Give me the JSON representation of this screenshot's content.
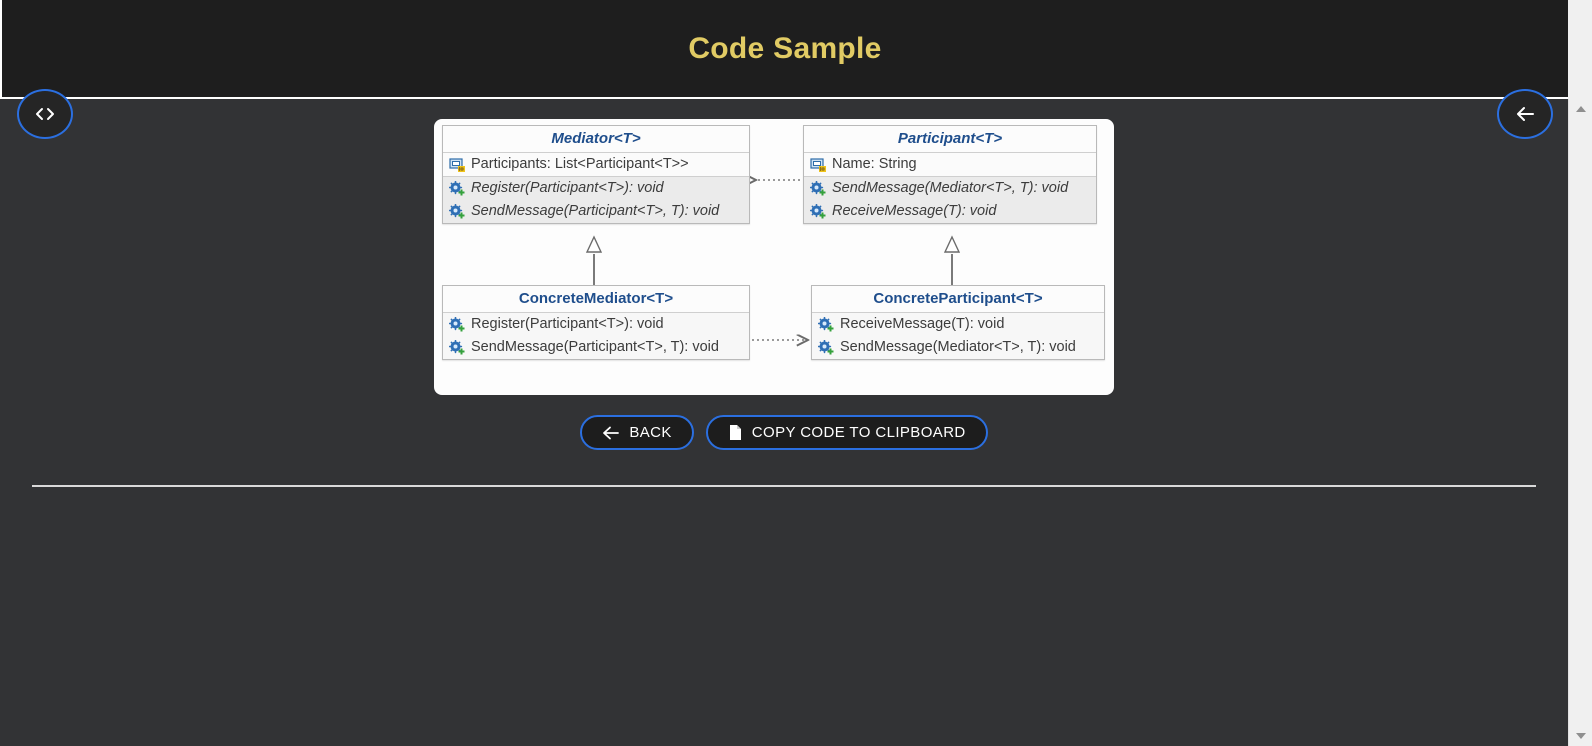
{
  "header": {
    "title": "Code Sample",
    "title_color": "#e1cb64",
    "background": "#1e1e1e"
  },
  "fabs": [
    {
      "name": "code-toggle",
      "icon": "code-icon"
    },
    {
      "name": "back-nav",
      "icon": "arrow-left-icon"
    }
  ],
  "diagram": {
    "type": "uml-class-diagram",
    "boxes": [
      {
        "id": "mediator",
        "title": "Mediator<T>",
        "abstract": true,
        "properties": [
          {
            "icon": "property-icon",
            "label": "Participants: List<Participant<T>>"
          }
        ],
        "methods": [
          {
            "icon": "method-icon",
            "label": "Register(Participant<T>): void",
            "italic": true
          },
          {
            "icon": "method-icon",
            "label": "SendMessage(Participant<T>, T): void",
            "italic": true
          }
        ]
      },
      {
        "id": "participant",
        "title": "Participant<T>",
        "abstract": true,
        "properties": [
          {
            "icon": "property-icon",
            "label": "Name: String"
          }
        ],
        "methods": [
          {
            "icon": "method-icon",
            "label": "SendMessage(Mediator<T>, T): void",
            "italic": true
          },
          {
            "icon": "method-icon",
            "label": "ReceiveMessage(T): void",
            "italic": true
          }
        ]
      },
      {
        "id": "concretemediator",
        "title": "ConcreteMediator<T>",
        "abstract": false,
        "properties": [],
        "methods": [
          {
            "icon": "method-icon",
            "label": "Register(Participant<T>): void",
            "italic": false
          },
          {
            "icon": "method-icon",
            "label": "SendMessage(Participant<T>, T): void",
            "italic": false
          }
        ]
      },
      {
        "id": "concreteparticipant",
        "title": "ConcreteParticipant<T>",
        "abstract": false,
        "properties": [],
        "methods": [
          {
            "icon": "method-icon",
            "label": "ReceiveMessage(T): void",
            "italic": false
          },
          {
            "icon": "method-icon",
            "label": "SendMessage(Mediator<T>, T): void",
            "italic": false
          }
        ]
      }
    ],
    "connectors": [
      {
        "name": "mediator-depends-participant",
        "style": "dotted",
        "arrow": "open",
        "from": "participant",
        "to": "mediator"
      },
      {
        "name": "concretemediator-inherits-mediator",
        "style": "solid",
        "arrow": "hollow-triangle",
        "from": "concretemediator",
        "to": "mediator"
      },
      {
        "name": "concreteparticipant-inherits-participant",
        "style": "solid",
        "arrow": "hollow-triangle",
        "from": "concreteparticipant",
        "to": "participant"
      },
      {
        "name": "concretemediator-depends-concreteparticipant",
        "style": "dotted",
        "arrow": "open",
        "from": "concretemediator",
        "to": "concreteparticipant"
      }
    ]
  },
  "actions": {
    "back": {
      "label": "BACK",
      "icon": "arrow-left-icon"
    },
    "copy": {
      "label": "COPY CODE TO CLIPBOARD",
      "icon": "clipboard-file-icon"
    }
  },
  "colors": {
    "accent_blue": "#2b6fe0",
    "body_background": "#323335",
    "uml_title": "#1f4e8c"
  }
}
